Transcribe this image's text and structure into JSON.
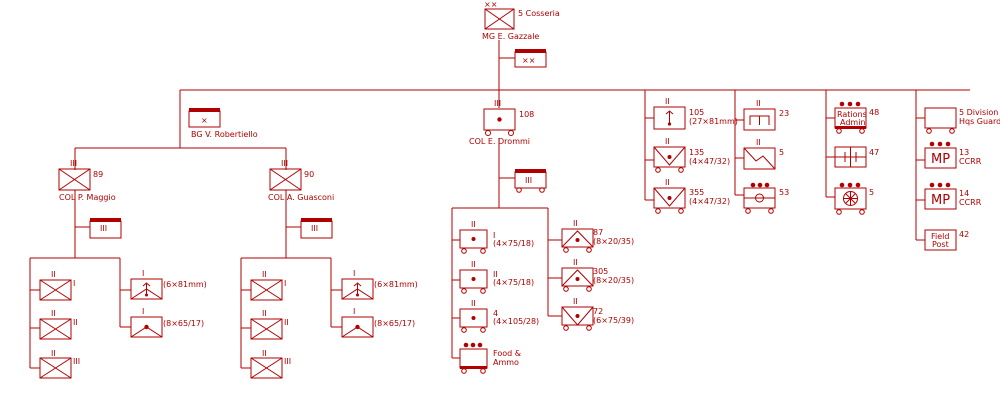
{
  "division": {
    "designation": "5 Cosseria",
    "commander": "MG  E. Gazzale"
  },
  "infantry_brigade": {
    "commander": "BG  V. Robertiello"
  },
  "regiment_89": {
    "designation": "89",
    "commander": "COL  P. Maggio"
  },
  "regiment_90": {
    "designation": "90",
    "commander": "COL  A. Guasconi"
  },
  "artillery_regiment": {
    "designation": "108",
    "commander": "COL  E. Drommi"
  },
  "battalion_labels": [
    "I",
    "II",
    "III"
  ],
  "weapons": {
    "mortar": "(6×81mm)",
    "antitank": "(8×65/17)"
  },
  "artillery_groups": [
    {
      "designation": "I",
      "detail": "(4×75/18)"
    },
    {
      "designation": "II",
      "detail": "(4×75/18)"
    },
    {
      "designation": "4",
      "detail": "(4×105/28)"
    }
  ],
  "food_ammo": {
    "line1": "Food &",
    "line2": "Ammo"
  },
  "aa_groups": [
    {
      "designation": "87",
      "detail": "(8×20/35)"
    },
    {
      "designation": "305",
      "detail": "(8×20/35)"
    },
    {
      "designation": "72",
      "detail": "(6×75/39)"
    }
  ],
  "col_a": [
    {
      "designation": "105",
      "detail": "(27×81mm)"
    },
    {
      "designation": "135",
      "detail": "(4×47/32)"
    },
    {
      "designation": "355",
      "detail": "(4×47/32)"
    }
  ],
  "col_b": [
    {
      "designation": "23"
    },
    {
      "designation": "5"
    },
    {
      "designation": "53"
    }
  ],
  "col_c": [
    {
      "designation": "48",
      "box_line1": "Rations",
      "box_line2": "Admin"
    },
    {
      "designation": "47"
    },
    {
      "designation": "5"
    }
  ],
  "col_d": [
    {
      "designation": "5 Division",
      "detail": "Hqs Guard"
    },
    {
      "designation": "13",
      "detail": "CCRR",
      "box": "MP"
    },
    {
      "designation": "14",
      "detail": "CCRR",
      "box": "MP"
    },
    {
      "designation": "42",
      "box_line1": "Field",
      "box_line2": "Post"
    }
  ],
  "colors": {
    "ink": "#b00000",
    "background": "#ffffff"
  }
}
